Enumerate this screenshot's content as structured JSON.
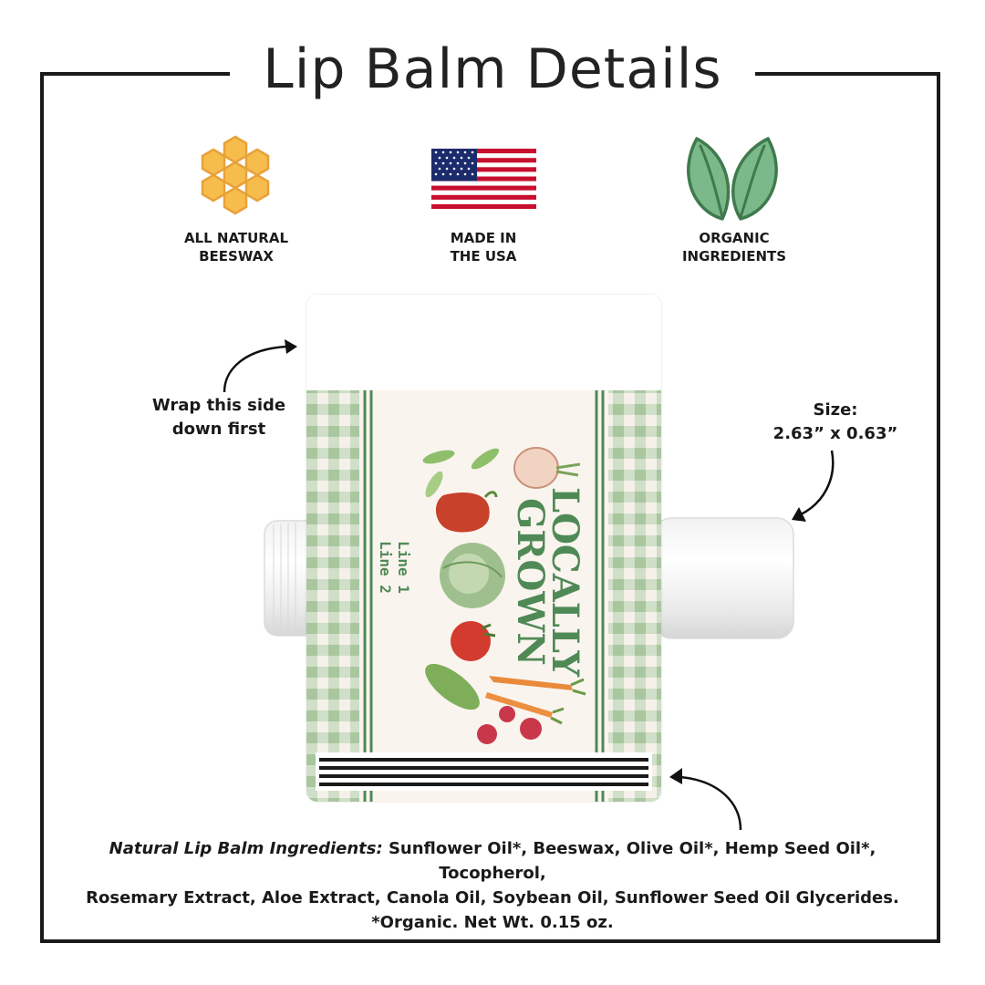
{
  "title": "Lip Balm Details",
  "features": [
    {
      "icon": "honeycomb-icon",
      "line1": "ALL NATURAL",
      "line2": "BEESWAX"
    },
    {
      "icon": "usa-flag-icon",
      "line1": "MADE IN",
      "line2": "THE USA"
    },
    {
      "icon": "leaf-icon",
      "line1": "ORGANIC",
      "line2": "INGREDIENTS"
    }
  ],
  "label": {
    "headline_line1": "LOCALLY",
    "headline_line2": "GROWN",
    "custom_line1": "Line 1",
    "custom_line2": "Line 2"
  },
  "callouts": {
    "wrap_line1": "Wrap this side",
    "wrap_line2": "down first",
    "size_line1": "Size:",
    "size_line2": "2.63” x 0.63”"
  },
  "ingredients": {
    "lead": "Natural Lip Balm Ingredients:",
    "line1_rest": " Sunflower Oil*, Beeswax, Olive Oil*, Hemp Seed Oil*, Tocopherol,",
    "line2": "Rosemary Extract, Aloe Extract, Canola Oil, Soybean Oil, Sunflower Seed Oil Glycerides.",
    "line3": "*Organic. Net Wt. 0.15 oz."
  },
  "colors": {
    "honey": "#f6bd4c",
    "honey_stroke": "#e8a13a",
    "leaf": "#7cb98a",
    "leaf_stroke": "#3f7a4d",
    "gingham": "#b9d3b1",
    "label_green": "#4f8a56",
    "flag_red": "#c8102e",
    "flag_blue": "#1c2b6b"
  }
}
